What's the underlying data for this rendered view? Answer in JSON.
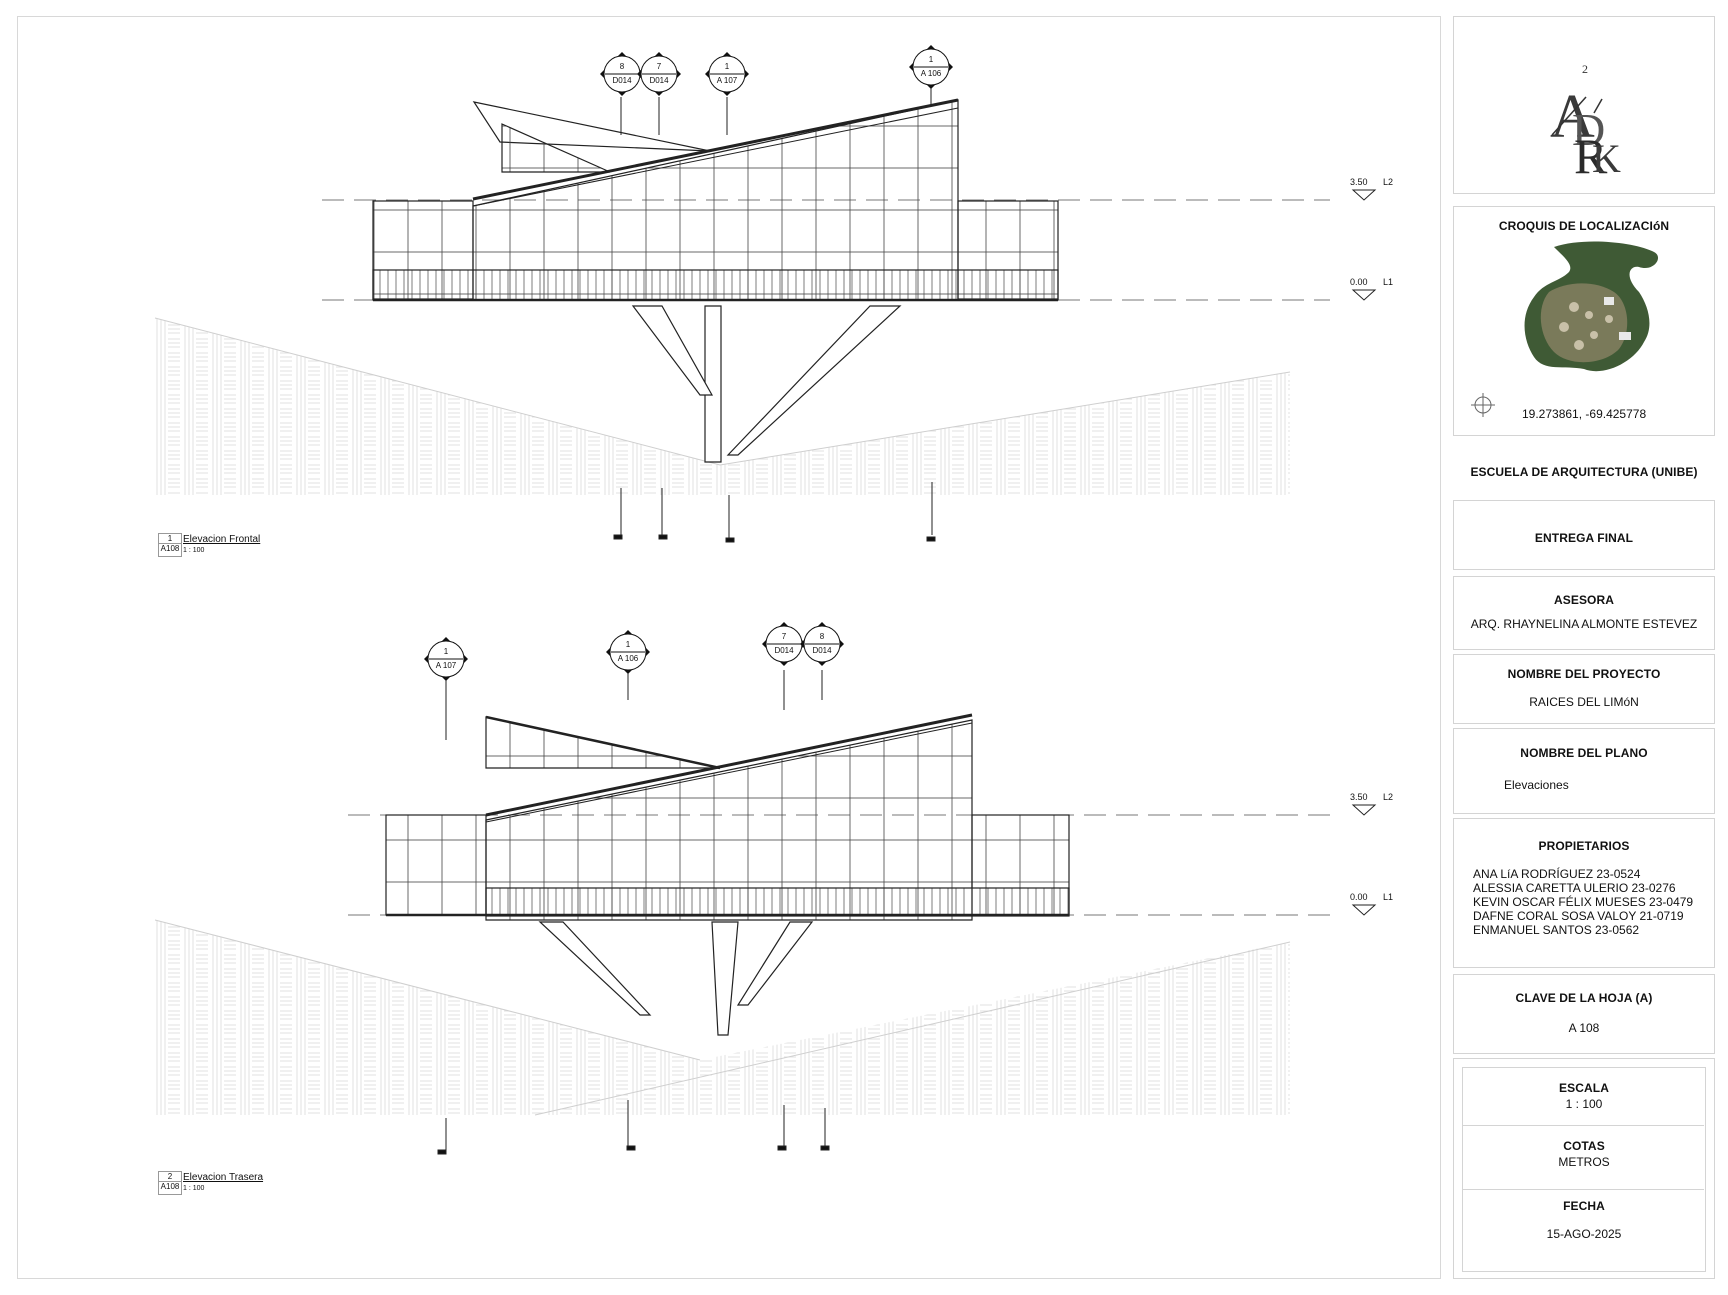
{
  "sheet": {
    "views": [
      {
        "number": "1",
        "sheet_ref": "A108",
        "name": "Elevacion Frontal",
        "scale": "1 : 100",
        "levels": [
          {
            "value": "3.50",
            "name": "L2"
          },
          {
            "value": "0.00",
            "name": "L1"
          }
        ],
        "section_markers": [
          {
            "num": "8",
            "ref": "D014"
          },
          {
            "num": "7",
            "ref": "D014"
          },
          {
            "num": "1",
            "ref": "A 107"
          },
          {
            "num": "1",
            "ref": "A 106"
          }
        ]
      },
      {
        "number": "2",
        "sheet_ref": "A108",
        "name": "Elevacion Trasera",
        "scale": "1 : 100",
        "levels": [
          {
            "value": "3.50",
            "name": "L2"
          },
          {
            "value": "0.00",
            "name": "L1"
          }
        ],
        "section_markers": [
          {
            "num": "1",
            "ref": "A 107"
          },
          {
            "num": "1",
            "ref": "A 106"
          },
          {
            "num": "7",
            "ref": "D014"
          },
          {
            "num": "8",
            "ref": "D014"
          }
        ]
      }
    ]
  },
  "title_block": {
    "logo_superscript": "2",
    "logo_letters": [
      "A",
      "D",
      "R",
      "K"
    ],
    "location_title": "CROQUIS DE LOCALIZACIóN",
    "coordinates": "19.273861, -69.425778",
    "school": "ESCUELA DE ARQUITECTURA (UNIBE)",
    "delivery": "ENTREGA FINAL",
    "advisor_label": "ASESORA",
    "advisor": "ARQ. RHAYNELINA ALMONTE ESTEVEZ",
    "project_label": "NOMBRE DEL PROYECTO",
    "project": "RAICES DEL LIMóN",
    "plan_label": "NOMBRE DEL PLANO",
    "plan": "Elevaciones",
    "owners_label": "PROPIETARIOS",
    "owners": [
      "ANA LíA RODRÍGUEZ 23-0524",
      "ALESSIA CARETTA ULERIO 23-0276",
      "KEVIN OSCAR FÉLIX MUESES 23-0479",
      "DAFNE CORAL SOSA VALOY 21-0719",
      "ENMANUEL SANTOS 23-0562"
    ],
    "sheet_key_label": "CLAVE DE LA HOJA (A)",
    "sheet_key": "A 108",
    "scale_label": "ESCALA",
    "scale": "1 : 100",
    "dims_label": "COTAS",
    "dims": "METROS",
    "date_label": "FECHA",
    "date": "15-AGO-2025"
  },
  "colors": {
    "line": "#222222",
    "hatch": "#e4e4e4",
    "frame": "#d4d4d4",
    "site_green": "#3f5a35"
  }
}
